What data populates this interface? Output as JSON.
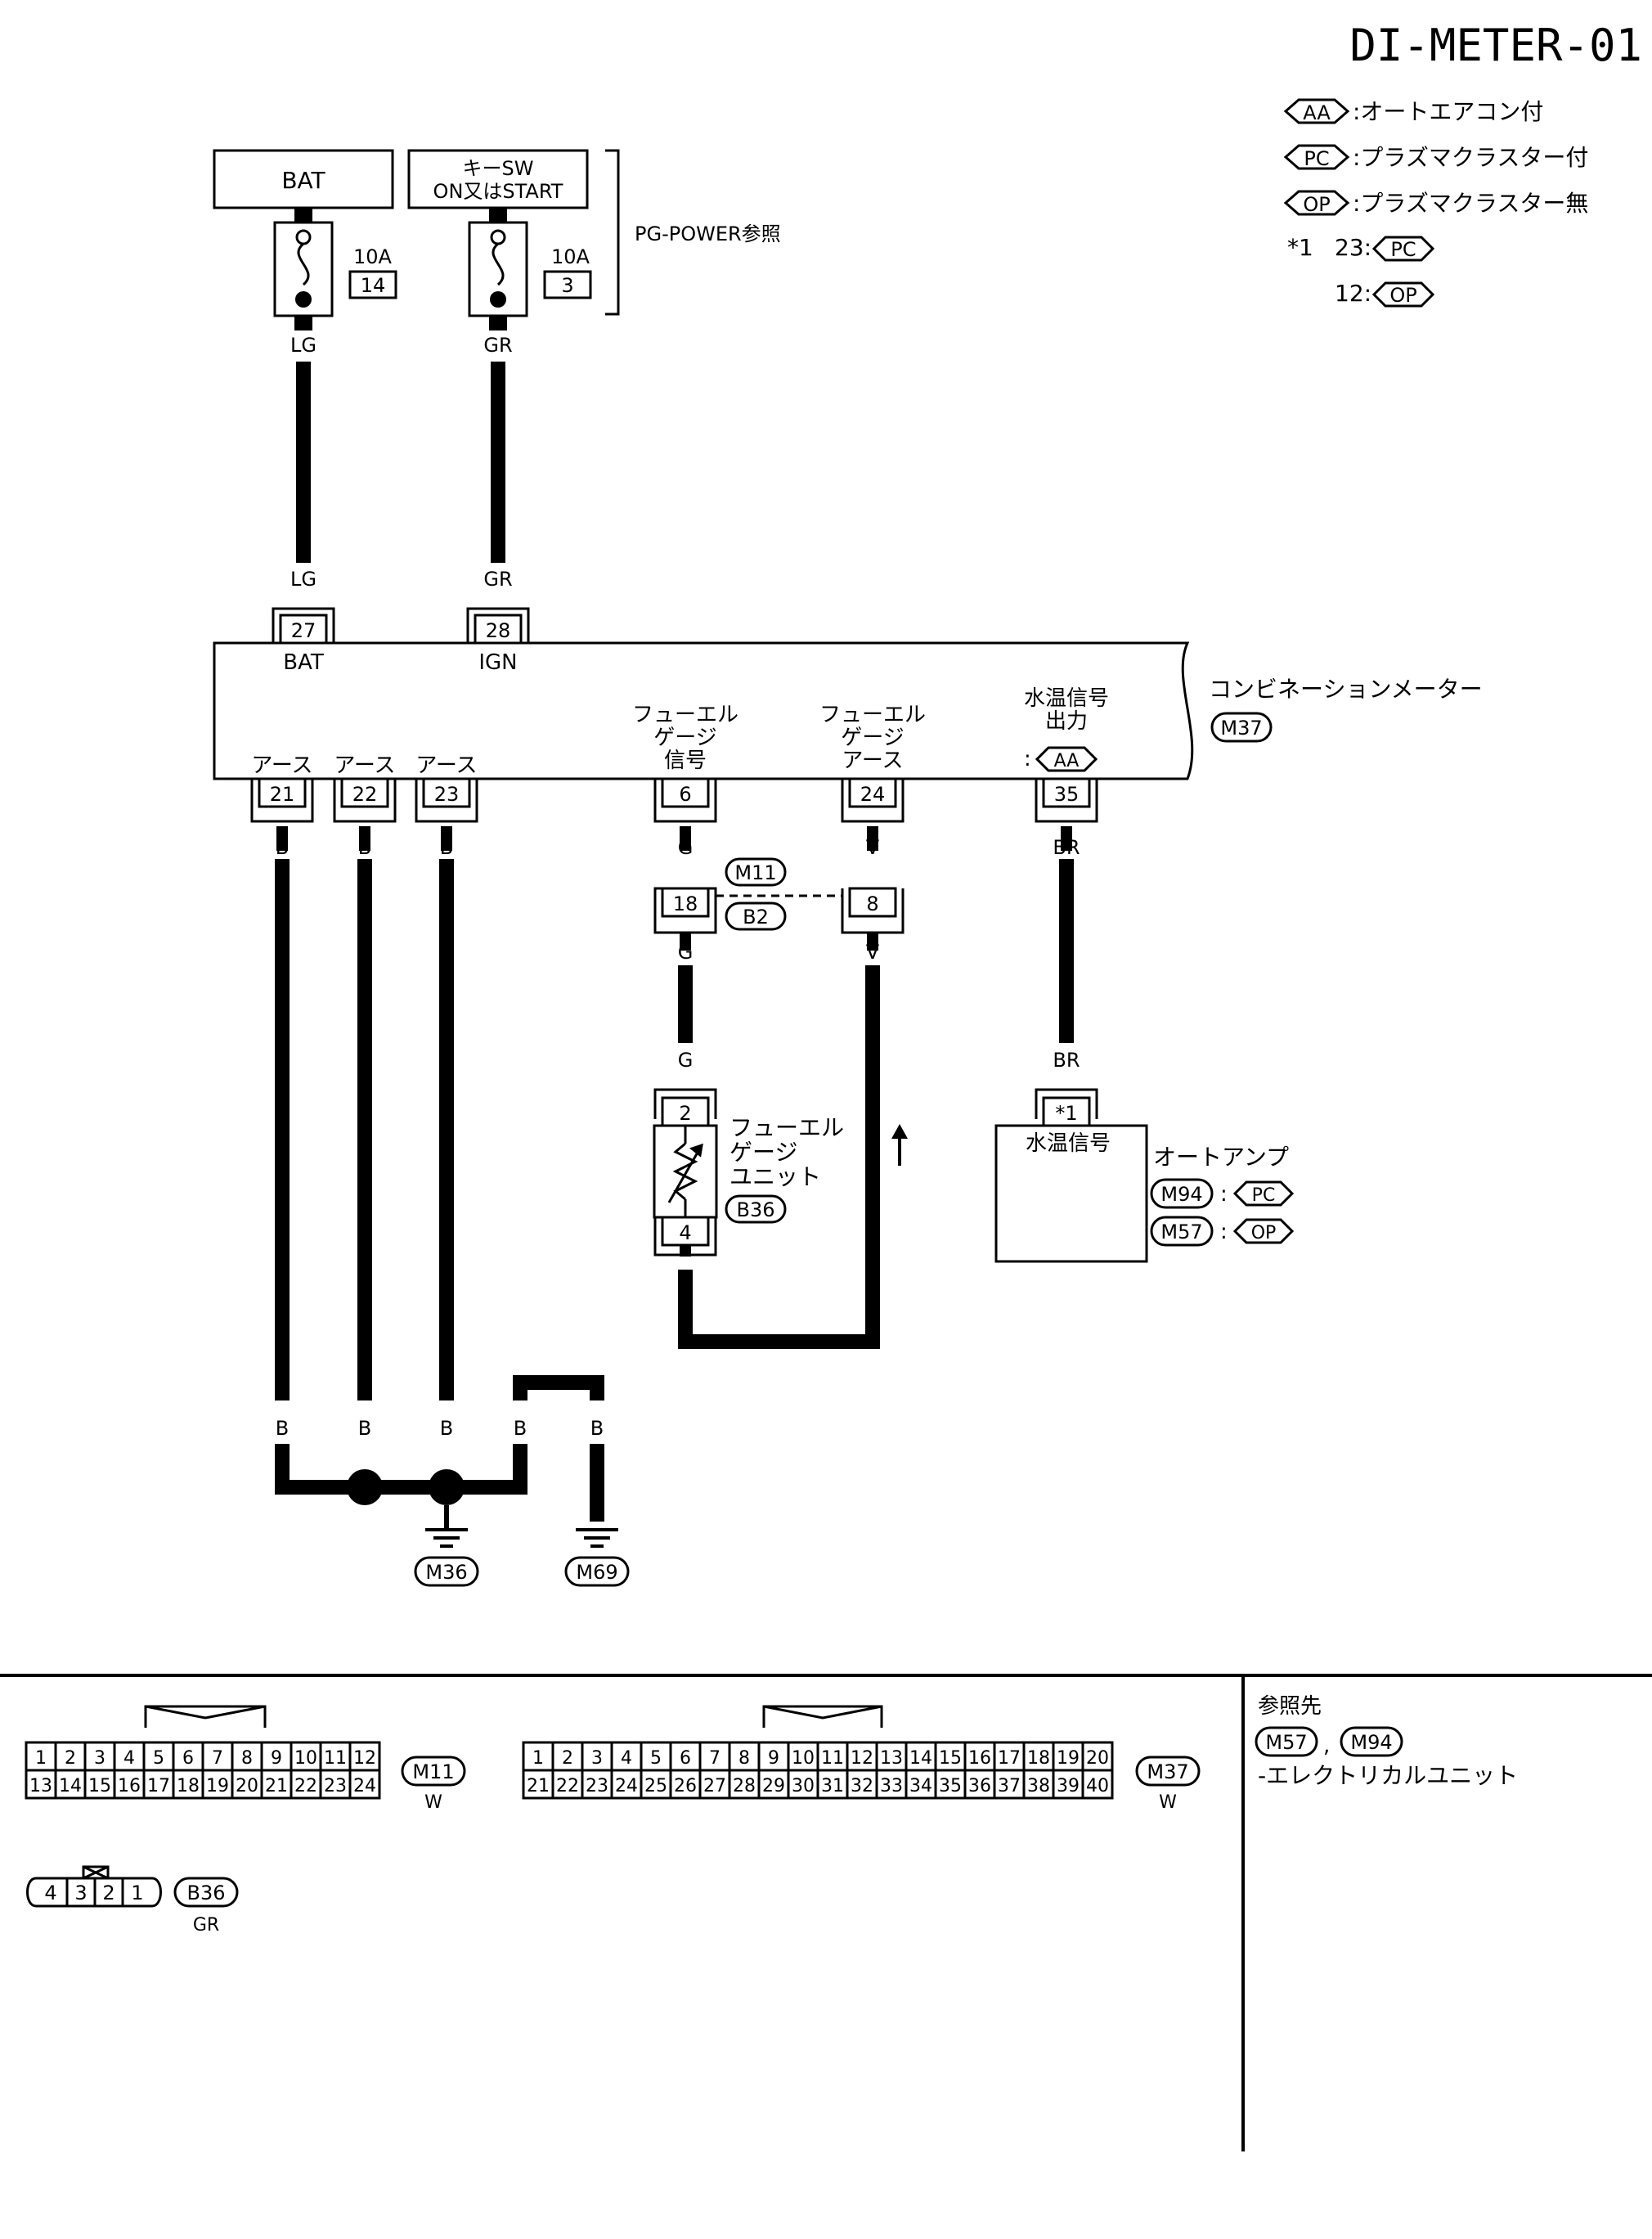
{
  "diagram_id": "DI-METER-01",
  "legend": {
    "items": [
      {
        "code": "AA",
        "text": ":オートエアコン付"
      },
      {
        "code": "PC",
        "text": ":プラズマクラスター付"
      },
      {
        "code": "OP",
        "text": ":プラズマクラスター無"
      }
    ],
    "note_mark": "*1",
    "note_lines": [
      {
        "pin": "23:",
        "code": "PC"
      },
      {
        "pin": "12:",
        "code": "OP"
      }
    ]
  },
  "power": {
    "bat_label": "BAT",
    "key_sw_line1": "キーSW",
    "key_sw_line2": "ON又はSTART",
    "fuse1_rating": "10A",
    "fuse1_no": "14",
    "fuse2_rating": "10A",
    "fuse2_no": "3",
    "ref": "PG-POWER参照"
  },
  "wires": {
    "lg": "LG",
    "gr": "GR",
    "b": "B",
    "g": "G",
    "v": "V",
    "br": "BR"
  },
  "meter": {
    "name": "コンビネーションメーター",
    "connector": "M37",
    "pin_bat": "27",
    "label_bat": "BAT",
    "pin_ign": "28",
    "label_ign": "IGN",
    "ground_label": "アース",
    "ground_pins": [
      "21",
      "22",
      "23"
    ],
    "fuel_signal_label": [
      "フューエル",
      "ゲージ",
      "信号"
    ],
    "fuel_signal_pin": "6",
    "fuel_ground_label": [
      "フューエル",
      "ゲージ",
      "アース"
    ],
    "fuel_ground_pin": "24",
    "water_label": [
      "水温信号",
      "出力"
    ],
    "water_cond_prefix": ":",
    "water_cond_code": "AA",
    "water_pin": "35"
  },
  "joint": {
    "m11": "M11",
    "b2": "B2",
    "pin_left": "18",
    "pin_right": "8"
  },
  "fuel_unit": {
    "label": [
      "フューエル",
      "ゲージ",
      "ユニット"
    ],
    "connector": "B36",
    "pin_top": "2",
    "pin_bottom": "4"
  },
  "auto_amp": {
    "name": "オートアンプ",
    "pin": "*1",
    "signal": "水温信号",
    "conn1": "M94",
    "cond1": "PC",
    "conn2": "M57",
    "cond2": "OP",
    "colon": ":"
  },
  "grounds": {
    "g1": "M36",
    "g2": "M69"
  },
  "connector_views": {
    "m11": {
      "code": "M11",
      "color": "W",
      "row1": [
        "1",
        "2",
        "3",
        "4",
        "5",
        "6",
        "7",
        "8",
        "9",
        "10",
        "11",
        "12"
      ],
      "row2": [
        "13",
        "14",
        "15",
        "16",
        "17",
        "18",
        "19",
        "20",
        "21",
        "22",
        "23",
        "24"
      ]
    },
    "m37": {
      "code": "M37",
      "color": "W",
      "row1": [
        "1",
        "2",
        "3",
        "4",
        "5",
        "6",
        "7",
        "8",
        "9",
        "10",
        "11",
        "12",
        "13",
        "14",
        "15",
        "16",
        "17",
        "18",
        "19",
        "20"
      ],
      "row2": [
        "21",
        "22",
        "23",
        "24",
        "25",
        "26",
        "27",
        "28",
        "29",
        "30",
        "31",
        "32",
        "33",
        "34",
        "35",
        "36",
        "37",
        "38",
        "39",
        "40"
      ]
    },
    "b36": {
      "code": "B36",
      "color": "GR",
      "pins": [
        "4",
        "3",
        "2",
        "1"
      ]
    }
  },
  "reference": {
    "title": "参照先",
    "conn1": "M57",
    "comma": ",",
    "conn2": "M94",
    "desc": "-エレクトリカルユニット"
  }
}
